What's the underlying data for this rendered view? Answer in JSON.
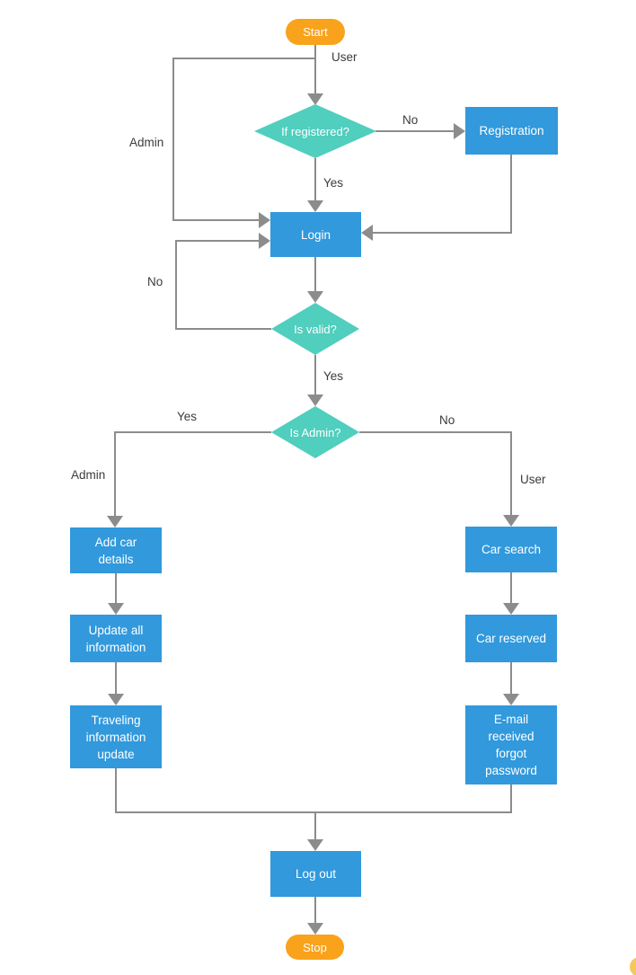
{
  "colors": {
    "terminator": "#F9A21B",
    "decision": "#50CEBE",
    "process": "#3199DC",
    "connector": "#8C8C8C",
    "node_text": "#FFFFFF",
    "label_text": "#3B3B3B",
    "corner_accent": "#F5C85C"
  },
  "nodes": {
    "start": "Start",
    "if_registered": "If registered?",
    "registration": "Registration",
    "login": "Login",
    "is_valid": "Is valid?",
    "is_admin": "Is Admin?",
    "add_car_details": "Add car details",
    "update_all_information": "Update all information",
    "traveling_information_update": "Traveling information update",
    "car_search": "Car search",
    "car_reserved": "Car reserved",
    "email_received": "E-mail received forgot password",
    "log_out": "Log out",
    "stop": "Stop"
  },
  "edge_labels": {
    "user_top": "User",
    "no_to_registration": "No",
    "admin_loop": "Admin",
    "yes_to_login": "Yes",
    "no_invalid_loop": "No",
    "yes_is_valid": "Yes",
    "yes_is_admin": "Yes",
    "no_is_admin": "No",
    "admin_branch": "Admin",
    "user_branch": "User"
  }
}
